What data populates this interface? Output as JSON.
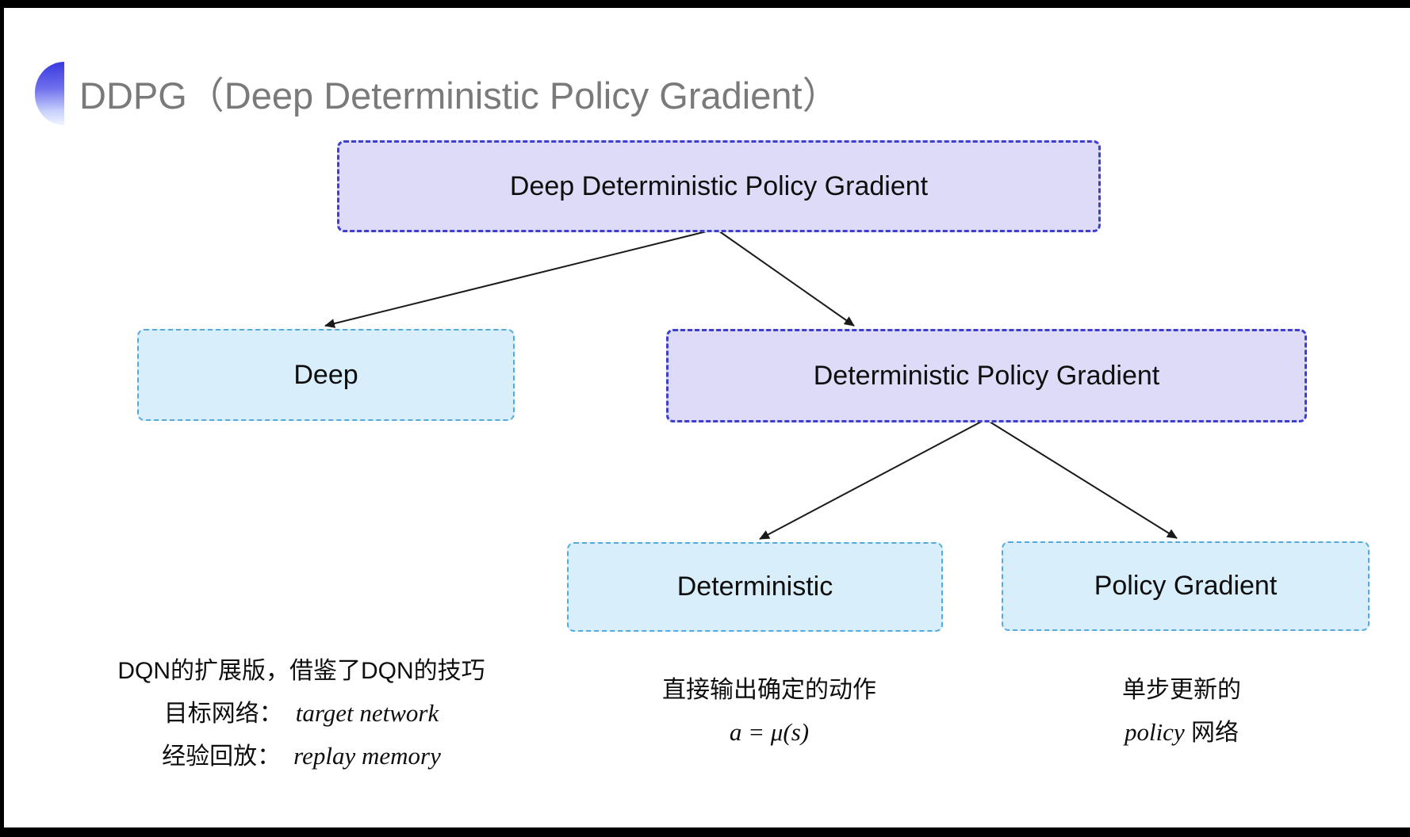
{
  "slide": {
    "title": "DDPG（Deep Deterministic Policy Gradient）"
  },
  "diagram": {
    "nodes": {
      "root": {
        "label": "Deep Deterministic Policy Gradient"
      },
      "deep": {
        "label": "Deep"
      },
      "dpg": {
        "label": "Deterministic Policy Gradient"
      },
      "deterministic": {
        "label": "Deterministic"
      },
      "policy_gradient": {
        "label": "Policy Gradient"
      }
    }
  },
  "notes": {
    "deep": {
      "line1": "DQN的扩展版，借鉴了DQN的技巧",
      "line2_label": "目标网络：",
      "line2_term": "target network",
      "line3_label": "经验回放：",
      "line3_term": "replay memory"
    },
    "deterministic": {
      "line1": "直接输出确定的动作",
      "formula": "a = μ(s)"
    },
    "policy_gradient": {
      "line1": "单步更新的",
      "term": "policy",
      "rest": "网络"
    }
  },
  "colors": {
    "purple_fill": "#dedbf8",
    "purple_border": "#3e3ecf",
    "blue_fill": "#d8eefa",
    "blue_border": "#55aadd",
    "title_gray": "#7a7a7a"
  }
}
